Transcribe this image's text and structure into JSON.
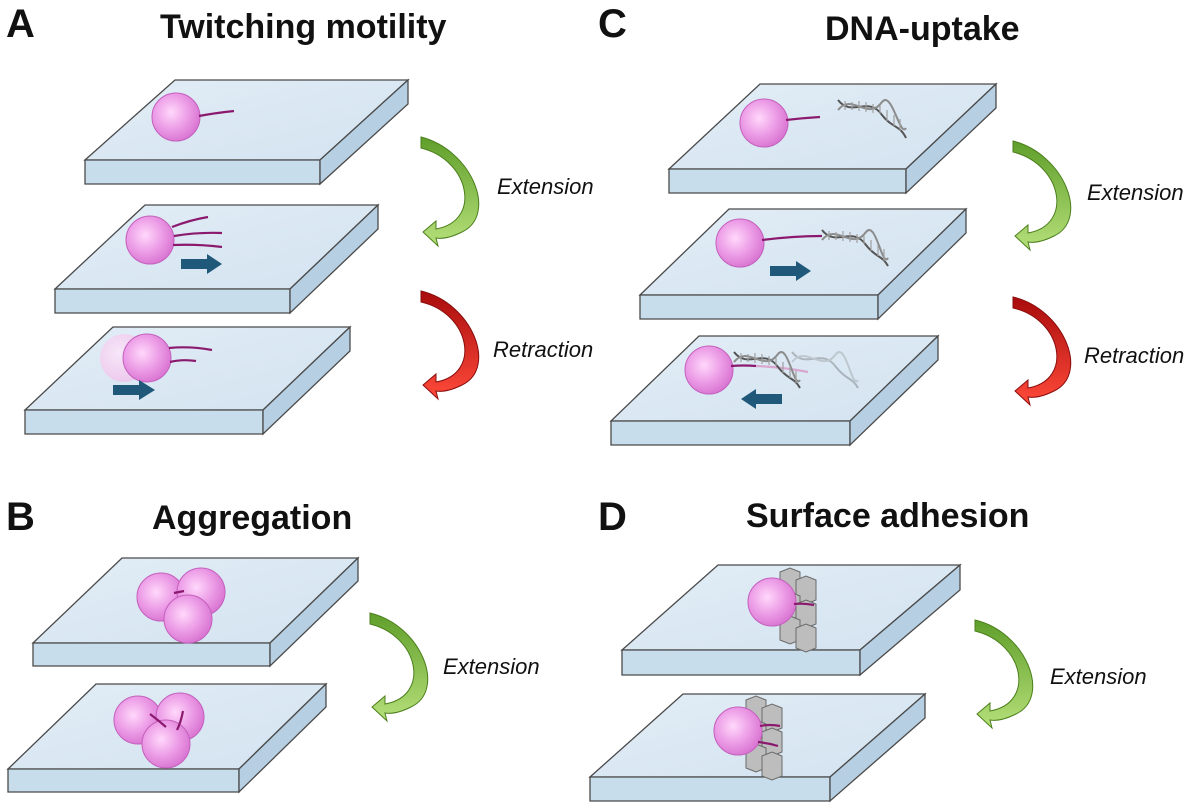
{
  "panels": {
    "a": {
      "letter": "A",
      "title": "Twitching motility",
      "labels": [
        "Extension",
        "Retraction"
      ]
    },
    "b": {
      "letter": "B",
      "title": "Aggregation",
      "labels": [
        "Extension"
      ]
    },
    "c": {
      "letter": "C",
      "title": "DNA-uptake",
      "labels": [
        "Extension",
        "Retraction"
      ]
    },
    "d": {
      "letter": "D",
      "title": "Surface adhesion",
      "labels": [
        "Extension"
      ]
    }
  },
  "colors": {
    "plate_top": "#dbe8f3",
    "plate_side": "#c6dcec",
    "cell": "#e58fe0",
    "pilus": "#8b1a6e",
    "move_arrow": "#1f5878",
    "extension_arrow": "#7ab636",
    "retraction_arrow": "#d81818",
    "surface_block": "#bdbdbd"
  }
}
